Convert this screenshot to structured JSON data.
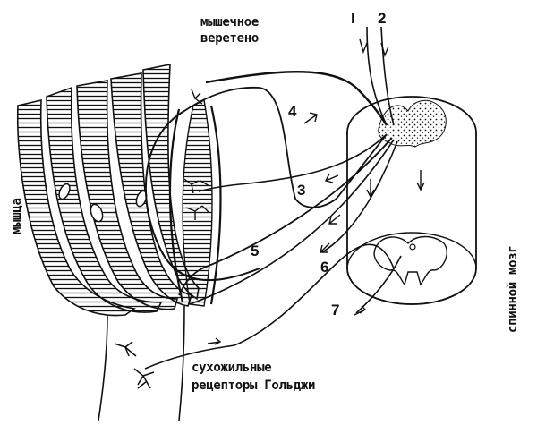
{
  "labels": {
    "muscle_spindle_line1": "мышечное",
    "muscle_spindle_line2": "веретено",
    "muscle": "мышца",
    "spinal_cord": "спинной мозг",
    "golgi_line1": "сухожильные",
    "golgi_line2": "рецепторы Гольджи"
  },
  "numbers": {
    "n1": "I",
    "n2": "2",
    "n3": "3",
    "n4": "4",
    "n5": "5",
    "n6": "6",
    "n7": "7"
  },
  "colors": {
    "ink": "#111111",
    "paper": "#ffffff"
  }
}
